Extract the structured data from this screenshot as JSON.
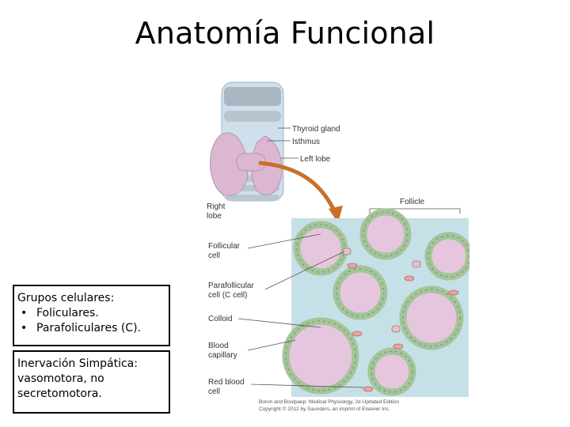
{
  "slide": {
    "title": "Anatomía Funcional"
  },
  "box1": {
    "heading": "Grupos celulares:",
    "items": [
      "Foliculares.",
      "Parafoliculares (C)."
    ]
  },
  "box2": {
    "heading": "Inervación Simpática:",
    "text_line1": "vasomotora, no",
    "text_line2": "secretomotora."
  },
  "figure": {
    "labels": {
      "thyroid_gland": "Thyroid gland",
      "isthmus": "Isthmus",
      "left_lobe": "Left lobe",
      "right_lobe_1": "Right",
      "right_lobe_2": "lobe",
      "follicle": "Follicle",
      "follicular_cell_1": "Follicular",
      "follicular_cell_2": "cell",
      "parafollicular_1": "Parafollicular",
      "parafollicular_2": "cell  (C cell)",
      "colloid": "Colloid",
      "capillary_1": "Blood",
      "capillary_2": "capillary",
      "rbc_1": "Red blood",
      "rbc_2": "cell"
    },
    "credit_1": "Boron and Boulpaep: Medical Physiology, 2e Updated Edition",
    "credit_2": "Copyright © 2012 by Saunders, an imprint of Elsevier Inc."
  }
}
